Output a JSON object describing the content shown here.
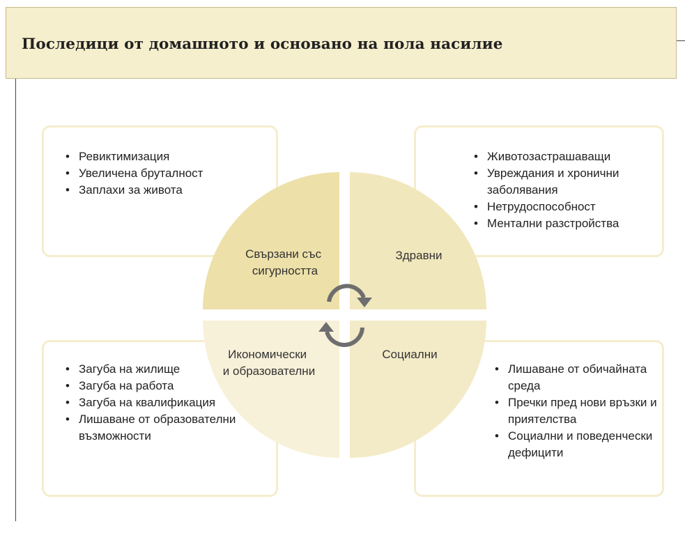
{
  "header": {
    "title": "Последици от домашното и основано на пола насилие"
  },
  "quadrants": [
    {
      "label_lines": [
        "Свързани със",
        "сигурността"
      ],
      "color": "#ede0a9",
      "items": [
        "Ревиктимизация",
        "Увеличена бруталност",
        "Заплахи за живота"
      ]
    },
    {
      "label_lines": [
        "Здравни"
      ],
      "color": "#f1e7bd",
      "items": [
        "Животозастрашаващи",
        "Увреждания и хронични заболявания",
        "Нетрудоспособност",
        "Ментални разстройства"
      ]
    },
    {
      "label_lines": [
        "Социални"
      ],
      "color": "#f3ebc7",
      "items": [
        "Лишаване от обичайната среда",
        "Пречки пред нови връзки и приятелства",
        "Социални и поведенчески дефицити"
      ]
    },
    {
      "label_lines": [
        "Икономически",
        "и образователни"
      ],
      "color": "#f7f1d9",
      "items": [
        "Загуба на жилище",
        "Загуба на работа",
        "Загуба на квалификация",
        "Лишаване от образователни възможности"
      ]
    }
  ],
  "colors": {
    "header_bg": "#f6efcd",
    "box_border": "#f5edcd",
    "arrows": "#6e6e6e"
  },
  "icons": [
    "cycle-arrows-icon"
  ]
}
